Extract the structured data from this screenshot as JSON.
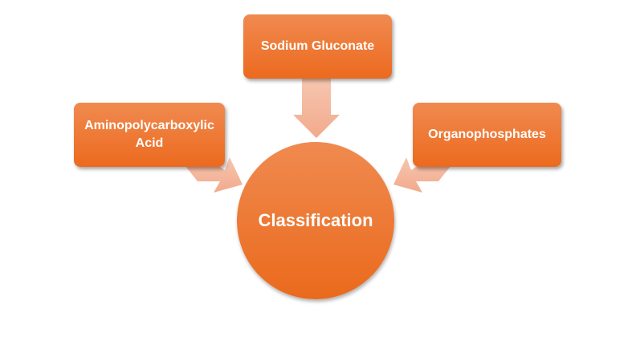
{
  "center": {
    "label": "Classification"
  },
  "nodes": [
    {
      "label": "Aminopolycarboxylic Acid"
    },
    {
      "label": "Sodium Gluconate"
    },
    {
      "label": "Organophosphates"
    }
  ],
  "colors": {
    "node": "#ee7a34",
    "arrow": "#f4b8a0"
  }
}
